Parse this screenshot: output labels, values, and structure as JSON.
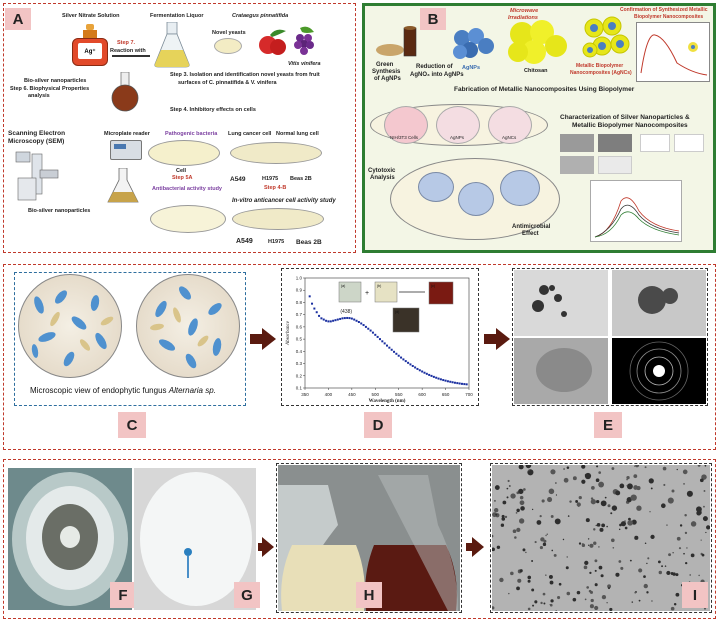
{
  "panel_a": {
    "label": "A",
    "silver_nitrate": "Silver Nitrate Solution",
    "ag_label": "Ag⁺",
    "fermentation": "Fermentation Liquor",
    "crataegus": "Crataegus pinnatifida",
    "novel_yeasts": "Novel yeasts",
    "vitis": "Vitis vinifera",
    "step7": "Step 7.",
    "reaction_with": "Reaction with",
    "step3": "Step 3. Isolation and identification novel yeasts from fruit",
    "step3b": "surfaces of C. pinnatifida & V. vinifera",
    "bio_silver_np": "Bio-silver nanoparticles",
    "step6": "Step 6. Biophysical Properties",
    "analysis": "analysis",
    "step4": "Step 4. Inhibitory effects on cells",
    "sem": "Scanning Electron",
    "sem2": "Microscopy (SEM)",
    "microplate": "Microplate reader",
    "pathogenic": "Pathogenic bacteria",
    "lung_cancer": "Lung cancer cell",
    "normal_lung": "Normal lung cell",
    "cell": "Cell",
    "step_a": "Step 5A",
    "antibacterial": "Antibacterial activity study",
    "a549": "A549",
    "h1975": "H1975",
    "beas2b": "Beas 2B",
    "step_b": "Step 4-B",
    "invitro": "In-vitro anticancer cell activity study",
    "bio_silver_np2": "Bio-silver nanoparticles",
    "a549_b": "A549",
    "h1975_b": "H1975",
    "beas2b_b": "Beas 2B"
  },
  "panel_b": {
    "label": "B",
    "microwave": "Microwave",
    "irradiations": "Irradiations",
    "confirmation": "Confirmation of Synthesized Metallic",
    "confirmation2": "Biopolymer Nanocomposites",
    "green_synth": "Green",
    "green_synth2": "Synthesis",
    "green_synth3": "of AgNPs",
    "reduction": "Reduction of",
    "reduction2": "AgNO₃ into AgNPs",
    "agnps": "AgNPs",
    "chitosan": "Chitosan",
    "metallic": "Metallic Biopolymer",
    "metallic2": "Nanocomposites (AgNCs)",
    "fabrication": "Fabrication of Metallic Nanocomposites Using Biopolymer",
    "nih": "NIH/3T3 Cells",
    "agnps2": "AgNPs",
    "agncs": "AgNCs",
    "characterization": "Characterization of Silver Nanoparticles &",
    "characterization2": "Metallic Biopolymer Nanocomposites",
    "cytotoxic": "Cytotoxic",
    "cytotoxic2": "Analysis",
    "antimicrobial": "Antimicrobial",
    "antimicrobial2": "Effect"
  },
  "panel_c": {
    "label": "C",
    "caption": "Microscopic view of endophytic fungus ",
    "caption_italic": "Alternaria sp."
  },
  "panel_d": {
    "label": "D",
    "peak_label": "(438)",
    "ylabel": "Absorbance",
    "xlabel": "Wavelength (nm)",
    "inset_labels": [
      "(a)",
      "(b)",
      "(c)",
      "(d)"
    ]
  },
  "panel_e": {
    "label": "E"
  },
  "panel_f": {
    "label": "F"
  },
  "panel_g": {
    "label": "G"
  },
  "panel_h": {
    "label": "H"
  },
  "panel_i": {
    "label": "I"
  },
  "chart_data": {
    "type": "line",
    "title": "",
    "xlabel": "Wavelength (nm)",
    "ylabel": "Absorbance",
    "xlim": [
      350,
      700
    ],
    "ylim": [
      0.1,
      1.0
    ],
    "x_ticks": [
      350,
      400,
      450,
      500,
      550,
      600,
      650,
      700
    ],
    "y_ticks": [
      0.1,
      0.2,
      0.3,
      0.4,
      0.5,
      0.6,
      0.7,
      0.8,
      0.9,
      1.0
    ],
    "annotation": "(438)",
    "x": [
      360,
      365,
      370,
      375,
      380,
      385,
      390,
      395,
      400,
      405,
      410,
      415,
      420,
      425,
      430,
      435,
      440,
      445,
      450,
      455,
      460,
      465,
      470,
      475,
      480,
      485,
      490,
      495,
      500,
      505,
      510,
      515,
      520,
      525,
      530,
      535,
      540,
      545,
      550,
      555,
      560,
      565,
      570,
      575,
      580,
      585,
      590,
      595,
      600,
      605,
      610,
      615,
      620,
      625,
      630,
      635,
      640,
      645,
      650,
      655,
      660,
      665,
      670,
      675,
      680,
      685,
      690,
      695
    ],
    "y": [
      0.85,
      0.79,
      0.75,
      0.72,
      0.69,
      0.67,
      0.66,
      0.65,
      0.645,
      0.645,
      0.65,
      0.655,
      0.66,
      0.665,
      0.67,
      0.672,
      0.673,
      0.672,
      0.668,
      0.66,
      0.65,
      0.64,
      0.628,
      0.615,
      0.6,
      0.585,
      0.57,
      0.553,
      0.535,
      0.518,
      0.5,
      0.482,
      0.465,
      0.447,
      0.43,
      0.413,
      0.396,
      0.38,
      0.364,
      0.349,
      0.334,
      0.32,
      0.306,
      0.293,
      0.28,
      0.268,
      0.256,
      0.245,
      0.235,
      0.225,
      0.216,
      0.207,
      0.199,
      0.191,
      0.184,
      0.177,
      0.171,
      0.165,
      0.16,
      0.155,
      0.151,
      0.147,
      0.143,
      0.14,
      0.137,
      0.134,
      0.132,
      0.13
    ]
  }
}
